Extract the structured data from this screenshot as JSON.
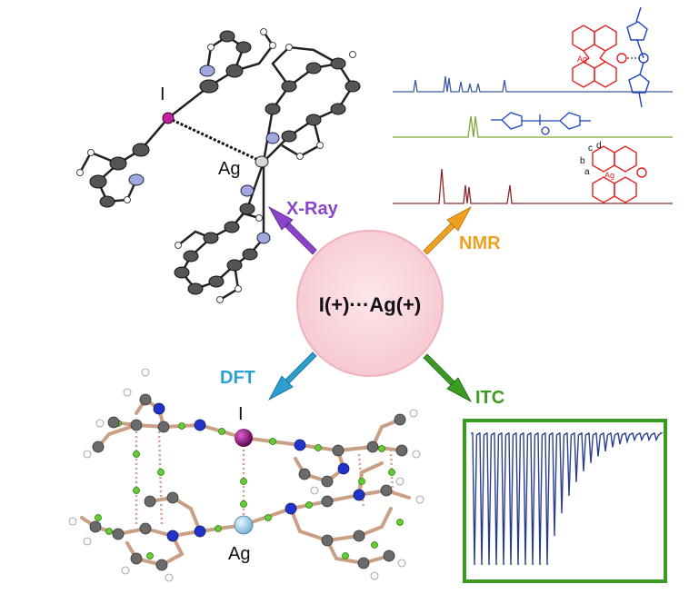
{
  "center": {
    "label": "I(+)···Ag(+)"
  },
  "arrows": {
    "xray": {
      "label": "X-Ray",
      "color": "#8b44c9"
    },
    "nmr": {
      "label": "NMR",
      "color": "#f0a020"
    },
    "dft": {
      "label": "DFT",
      "color": "#2b9fd0"
    },
    "itc": {
      "label": "ITC",
      "color": "#3a9a22"
    }
  },
  "xray_structure": {
    "label_iodine": "I",
    "label_silver": "Ag"
  },
  "dft_structure": {
    "label_iodine": "I",
    "label_silver": "Ag"
  },
  "nmr_panel": {
    "spectra_colors": [
      "#3a5a9a",
      "#7ea83a",
      "#8a2a2a"
    ],
    "structure_labels": {
      "ag": "Ag",
      "plus": "+",
      "c": "c",
      "d": "d",
      "b": "b",
      "a": "a"
    }
  },
  "itc_panel": {
    "frame_color": "#3a9a22",
    "trace_color": "#2a3f8f"
  }
}
